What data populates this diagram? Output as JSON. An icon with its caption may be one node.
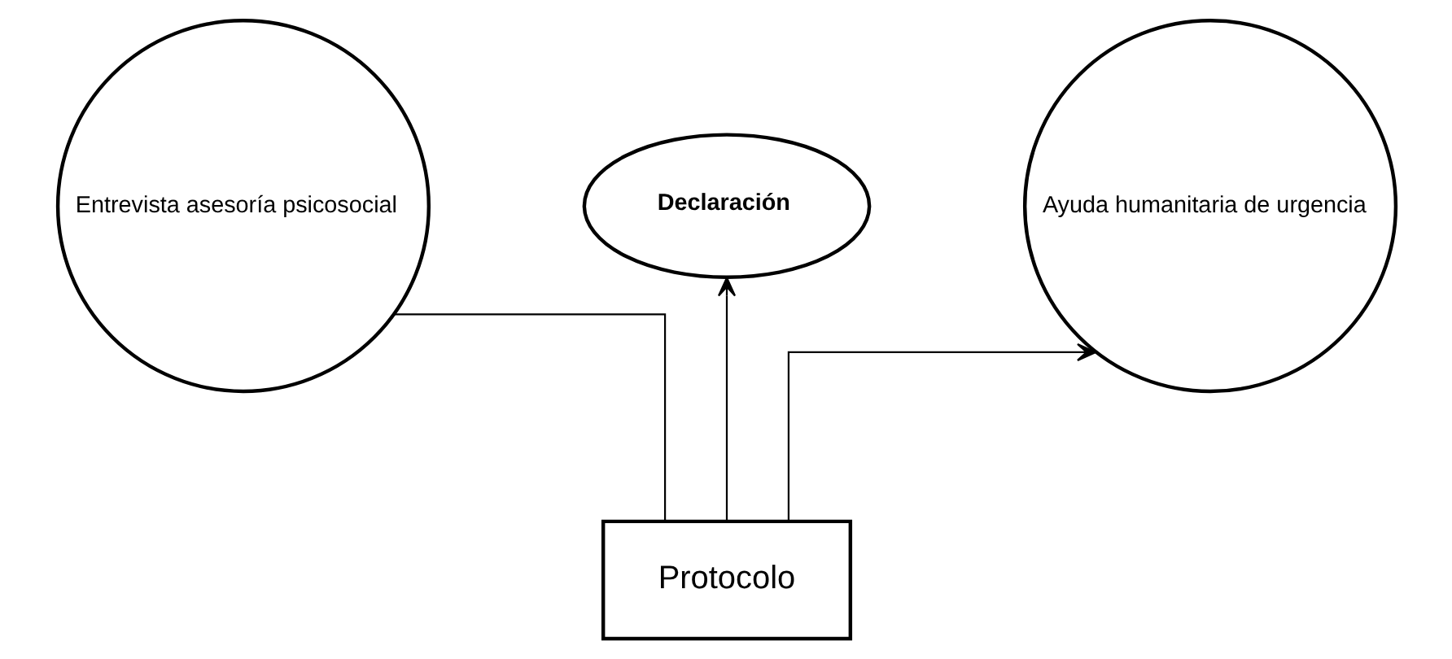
{
  "diagram": {
    "nodes": [
      {
        "text": [
          "Entrevista asesoría psicosocial"
        ]
      },
      {
        "text": [
          "Declaración"
        ]
      },
      {
        "text": [
          "Ayuda humanitaria de urgencia"
        ]
      },
      {
        "text": [
          "Protocolo"
        ]
      }
    ],
    "edges": [
      {
        "from": 3,
        "to": 0,
        "arrow": "none"
      },
      {
        "from": 3,
        "to": 1,
        "arrow": "to"
      },
      {
        "from": 3,
        "to": 2,
        "arrow": "to"
      }
    ]
  }
}
